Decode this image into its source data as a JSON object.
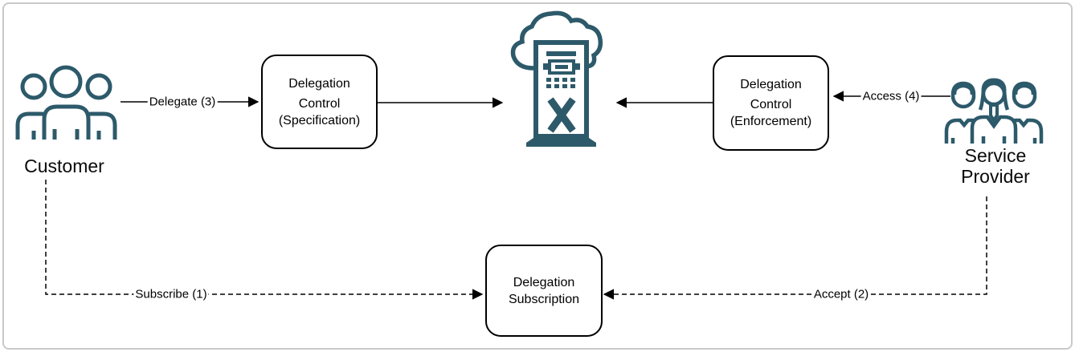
{
  "actors": {
    "customer": {
      "label": "Customer"
    },
    "service_provider": {
      "label_line1": "Service",
      "label_line2": "Provider"
    }
  },
  "nodes": {
    "delegation_control_specification": {
      "line1": "Delegation",
      "line2": "Control",
      "line3": "(Specification)"
    },
    "delegation_control_enforcement": {
      "line1": "Delegation",
      "line2": "Control",
      "line3": "(Enforcement)"
    },
    "delegation_subscription": {
      "line1": "Delegation",
      "line2": "Subscription"
    }
  },
  "edges": {
    "delegate": {
      "label": "Delegate (3)",
      "style": "solid",
      "from": "customer",
      "to": "delegation_control_specification"
    },
    "access": {
      "label": "Access (4)",
      "style": "solid",
      "from": "service_provider",
      "to": "delegation_control_enforcement"
    },
    "subscribe": {
      "label": "Subscribe (1)",
      "style": "dashed",
      "from": "customer",
      "to": "delegation_subscription"
    },
    "accept": {
      "label": "Accept (2)",
      "style": "dashed",
      "from": "service_provider",
      "to": "delegation_subscription"
    },
    "specification_to_cloud": {
      "label": "",
      "style": "solid"
    },
    "enforcement_to_cloud": {
      "label": "",
      "style": "solid"
    }
  },
  "icons": {
    "customer": "people-group-icon",
    "service_provider": "business-team-icon",
    "center": "cloud-server-icon"
  },
  "colors": {
    "icon_teal": "#2d5a6a",
    "line_black": "#000000",
    "frame_gray": "#c9c9c9",
    "background": "#ffffff"
  }
}
